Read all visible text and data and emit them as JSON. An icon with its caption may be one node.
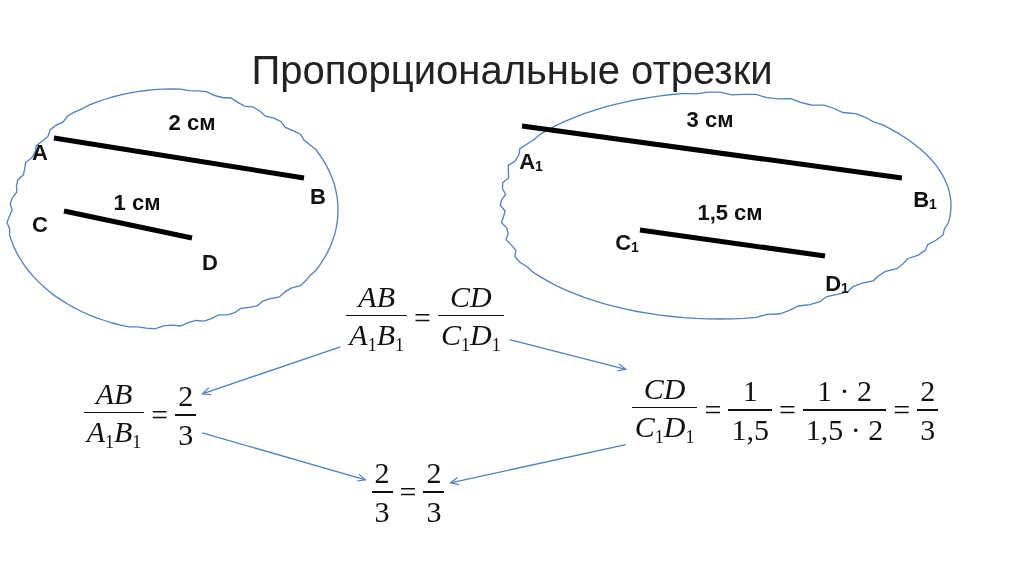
{
  "diagram": {
    "title": "Пропорциональные отрезки",
    "nodes": [
      {
        "text": [
          "A",
          "2 см",
          "B",
          "C",
          "1 см",
          "D"
        ]
      },
      {
        "text": [
          "A$_{1}$",
          "3 см",
          "B$_{1}$",
          "C$_{1}$",
          "1,5 см",
          "D$_{1}$"
        ]
      },
      {
        "text": [
          "AB",
          "A$_{1}$B$_{1}$",
          "=",
          "CD",
          "C$_{1}$D$_{1}$"
        ]
      },
      {
        "text": [
          "AB",
          "A$_{1}$B$_{1}$",
          "=",
          "2",
          "3"
        ]
      },
      {
        "text": [
          "CD",
          "C$_{1}$D$_{1}$",
          "=",
          "1",
          "1,5",
          "=",
          "1 · 2",
          "1,5 · 2",
          "=",
          "2",
          "3"
        ]
      },
      {
        "text": [
          "2",
          "3",
          "=",
          "2",
          "3"
        ]
      }
    ],
    "edges": [
      {
        "from": 2,
        "to": 3,
        "arrow": "to"
      },
      {
        "from": 2,
        "to": 4,
        "arrow": "to"
      },
      {
        "from": 3,
        "to": 5,
        "arrow": "to"
      },
      {
        "from": 4,
        "to": 5,
        "arrow": "to"
      }
    ]
  }
}
